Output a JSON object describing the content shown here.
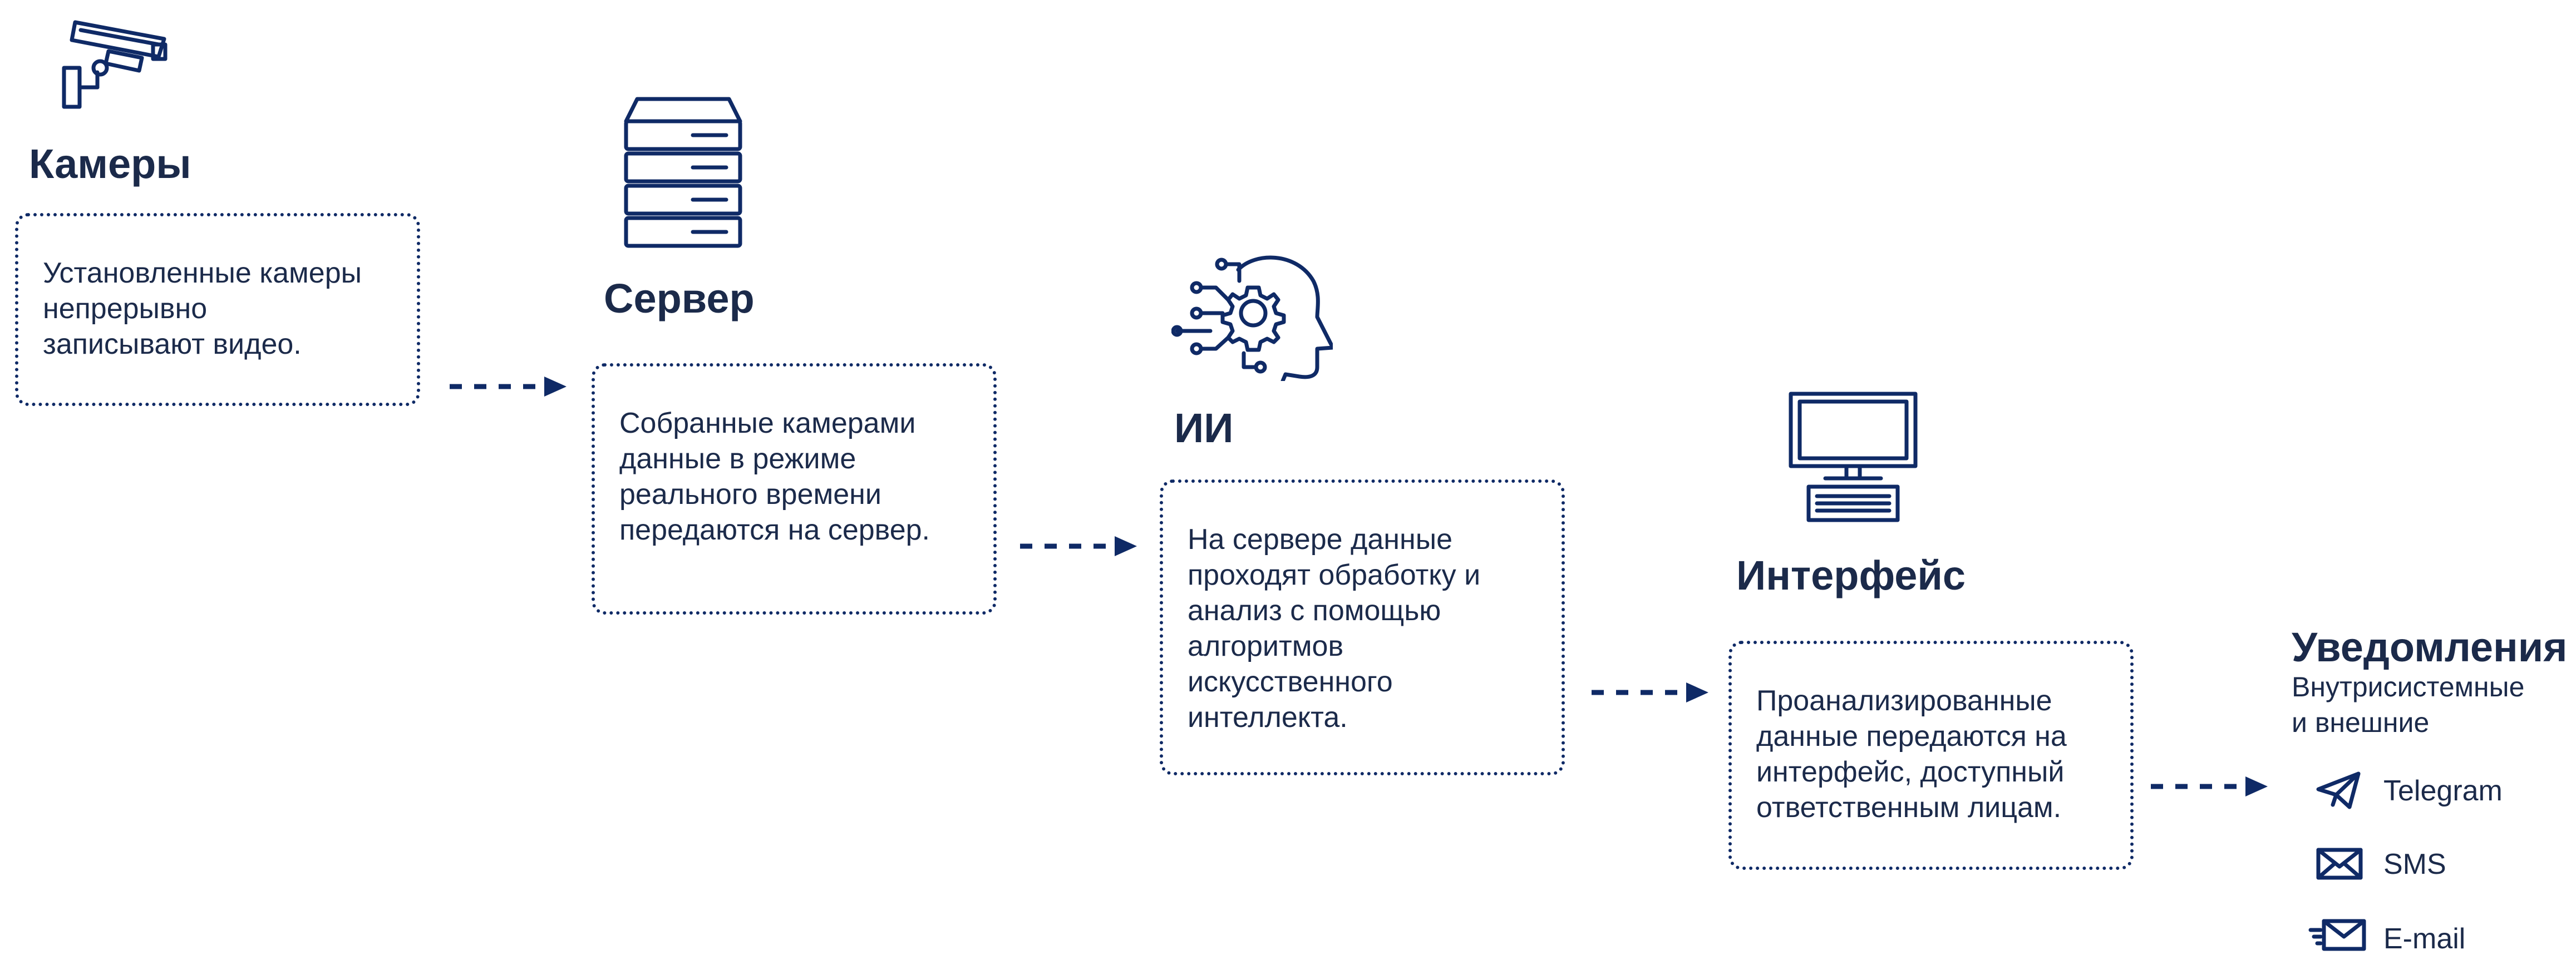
{
  "stages": {
    "cameras": {
      "title": "Камеры",
      "text": "Установленные камеры\nнепрерывно\nзаписывают видео.",
      "icon": "cctv-camera-icon"
    },
    "server": {
      "title": "Сервер",
      "text": "Собранные камерами\nданные в режиме\nреального времени\nпередаются на сервер.",
      "icon": "server-rack-icon"
    },
    "ai": {
      "title": "ИИ",
      "text": "На сервере данные\nпроходят обработку и\nанализ с помощью\nалгоритмов\nискусственного\nинтеллекта.",
      "icon": "ai-head-gear-icon"
    },
    "interface": {
      "title": "Интерфейс",
      "text": "Проанализированные\nданные передаются на\nинтерфейс, доступный\nответственным лицам.",
      "icon": "desktop-computer-icon"
    }
  },
  "notifications": {
    "title": "Уведомления",
    "subtitle": "Внутрисистемные\nи внешние",
    "channels": [
      {
        "label": "Telegram",
        "icon": "telegram-icon"
      },
      {
        "label": "SMS",
        "icon": "sms-envelope-icon"
      },
      {
        "label": "E-mail",
        "icon": "email-icon"
      }
    ]
  },
  "colors": {
    "primary": "#0f2a66",
    "text": "#1b2a4a",
    "background": "#ffffff"
  }
}
